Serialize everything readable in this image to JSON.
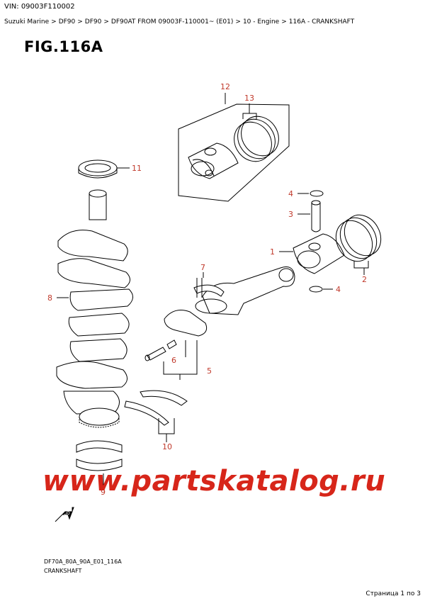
{
  "vin": "VIN: 09003F110002",
  "breadcrumb": {
    "items": [
      "Suzuki Marine",
      "DF90",
      "DF90",
      "DF90AT FROM 09003F-110001~ (E01)",
      "10 - Engine",
      "116A - CRANKSHAFT"
    ],
    "separator": ">"
  },
  "figure_title": "FIG.116A",
  "callouts": {
    "c1": "1",
    "c2": "2",
    "c3": "3",
    "c4a": "4",
    "c4b": "4",
    "c5": "5",
    "c6": "6",
    "c7": "7",
    "c8": "8",
    "c9": "9",
    "c10": "10",
    "c11": "11",
    "c12": "12",
    "c13": "13"
  },
  "fwd_label": "FWD",
  "watermark": "www.partskatalog.ru",
  "drawing_code": "DF70A_80A_90A_E01_116A",
  "caption": "CRANKSHAFT",
  "pager": {
    "prefix": "Страница",
    "current": "1",
    "middle": "по",
    "total": "3"
  },
  "colors": {
    "callout": "#c0392b",
    "watermark": "#d7261a",
    "line": "#000000"
  }
}
